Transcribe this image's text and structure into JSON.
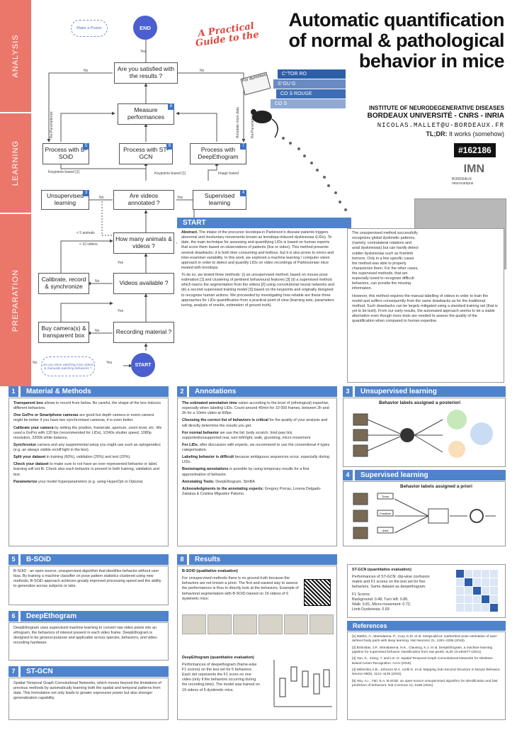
{
  "sidebar": {
    "analysis": "ANALYSIS",
    "learning": "LEARNING",
    "preparation": "PREPARATION"
  },
  "flow": {
    "end": "END",
    "start_node": "START",
    "make_poster": "Make a Poster",
    "satisfied": "Are you satisfied with the results ?",
    "measure": "Measure performances",
    "bsoid": "Process with B-SOiD",
    "stgcn": "Process with ST-GCN",
    "deepethogram": "Process with DeepEthogram",
    "unsupervised": "Unsupervised learning",
    "annotated": "Are videos annotated ?",
    "supervised": "Supervised learning",
    "how_many": "How many animals & videos ?",
    "calibrate": "Calibrate, record & synchronize",
    "videos_available": "Videos available ?",
    "buy": "Buy camera(s) & transparent box",
    "recording": "Recording material ?",
    "cloud": "Are you done watching mice videos & manually watching behaviors ?",
    "lbl_yes": "Yes",
    "lbl_no": "No",
    "lbl_keypoints": "Keypoints based [1]",
    "lbl_keypoints2": "Keypoints based [1]",
    "lbl_image": "Image based",
    "lbl_lt5": "< 5 animals",
    "lbl_lt10": "< 10 videos",
    "lbl_reparam": "Re-Parameterize",
    "lbl_annotate": "Annotate more data",
    "lbl_reparam2": "Re-Parameterize",
    "badges": {
      "b8": "8",
      "b5": "5",
      "b6": "6",
      "b7": "7",
      "b3": "3",
      "b4": "4"
    }
  },
  "header": {
    "tagline": "A Practical Guide to the",
    "title_line1": "Automatic quantification",
    "title_line2": "of normal & pathological",
    "title_line3": "behavior in mice",
    "affiliation1": "INSTITUTE OF NEURODEGENERATIVE DISEASES",
    "affiliation2": "BORDEAUX UNIVERSITÉ - CNRS - INRIA",
    "email": "NICOLAS.MALLET@U-BORDEAUX.FR",
    "tldr_label": "TL;DR:",
    "tldr_text": "It works (somehow)",
    "hashtag": "#162186",
    "logo_text": "IMN",
    "logo_sub": "BORDEAUX neurocampus",
    "book_label": "For dummies",
    "book_spines": [
      "C°TOR RO",
      "S°GU G",
      "CO S ROUGE",
      "CO S"
    ]
  },
  "start_section": {
    "title": "START",
    "p1_bold": "Abstract.",
    "p1": "The intake of the precursor levodopa in Parkinson's disease patients triggers abnormal and involuntary movements known as levodopa-induced dyskinesias (LIDs). To date, the main technique for assessing and quantifying LIDs is based on human experts that score them based on observations of patients (live or video). This method presents several drawbacks: it is both time consuming and tedious, but it is also prone to errors and inter-examiner variability. In this work, we explored a machine learning / computer vision approach in order to detect and quantify LIDs on video recordings of Parkinsonian mice treated with levodopa.",
    "p2": "To do so, we tested three methods: (i) an unsupervised method, based on mouse pose estimation [1] and clustering of pertinent behavioural features [3] (ii) a supervised method which learns the segmentation from the videos [2] using convolutional neural networks and (iii) a second supervised training model [3] based on the keypoints and originally designed to recognize human actions. We proceeded by investigating how reliable are these three approaches for LIDs quantification from a practical point of view (learning sets, parameters tuning, analysis of results, estimation of ground truth)."
  },
  "right_text": {
    "p1": "The unsupervised method successfully recognizes global dyskinetic patterns, (namely, contralateral rotations and axial dyskinesias) but can hardly detect subtler dyskinesias such as forelimb tremors. Only in a few specific cases the method was able to properly characterize them. For the other cases, the supervised methods, that are especially tuned to recognize difficult behaviors, can provide the missing information.",
    "p2": "However, this method requires the manual labelling of videos in order to train the model and suffers consequently from the same drawbacks as for the traditional method. Such drawbacks can be largely mitigated using a standard training set (that is yet to be built). From our early results, the automated approach seems to be a viable alternative even though more tests are needed to assess the quality of the quantification when compared to human expertise."
  },
  "sections": {
    "s1": {
      "num": "1",
      "title": "Material & Methods",
      "items": [
        {
          "b": "Transparent box",
          "t": " allows to record from below. Be careful, the shape of the box induces different behaviors."
        },
        {
          "b": "One GoPro or Smartphone cameras",
          "t": " are good but depth camera or event camera might be better if you have two synchronised cameras, it is even better."
        },
        {
          "b": "Calibrate your camera",
          "t": " by setting the position, framerate, aperture, zoom level, etc. We used a GoPro with 120 fps (recommended for LIDs), 1/240s shutter speed, 1080p resolution, 3200k white balance."
        },
        {
          "b": "Synchronize",
          "t": " camera and any supplemental setup you might use such as optogenetics (e.g. an always visible on/off light in the box)."
        },
        {
          "b": "Split your dataset",
          "t": " in training (60%), validation (20%) and test (20%)."
        },
        {
          "b": "Check your dataset",
          "t": " to make sure to not have an over-represented behavior or label, learning will not fit. Check also each behavior is present in both training, validation and test."
        },
        {
          "b": "Parameterize",
          "t": " your model hyperparameters (e.g. using HyperOpt or Optuna)"
        }
      ]
    },
    "s2": {
      "num": "2",
      "title": "Annotations",
      "items": [
        {
          "b": "The estimated annotation time",
          "t": " varies according to the level of (ethological) expertise, especially when labeling LIDs. Count around 45min for 10 000 frames, between 2h and 3h for a 10min video at 60fps."
        },
        {
          "b": "Choosing the correct list of behaviors is critical",
          "t": " for the quality of your analysis and will directly determine the results you get."
        },
        {
          "b": "For normal behavior",
          "t": " we use the list: body scratch, hind paw lick, supported/unsupported rear, turn left/right, walk, grooming, micro movement"
        },
        {
          "b": "For LIDs",
          "t": ", after discussion with experts, we recommend to use the conventional 4 types categorisation."
        },
        {
          "b": "Labeling behavior is difficult",
          "t": " because ambiguous sequences occur, especially during LIDs."
        },
        {
          "b": "Bootstraping annotations",
          "t": " is possible by using temporary results for a first approximation of behavior."
        },
        {
          "b": "Annotating Tools:",
          "t": " DeepEthogram, SimBA"
        },
        {
          "b": "Acknowledgments to the annotating experts:",
          "t": " Gregory Porras, Lorena Delgado-Zabalza & Cristina Miguelez Palomo."
        }
      ]
    },
    "s3": {
      "num": "3",
      "title": "Unsupervised learning",
      "caption": "Behavior labels assigned a posteriori"
    },
    "s4": {
      "num": "4",
      "title": "Supervised learning",
      "caption": "Behavior labels assigned a priori",
      "small_labels": [
        "Turns",
        "Forelimb",
        "Axial"
      ]
    },
    "s5": {
      "num": "5",
      "title": "B-SOiD",
      "text": "B-SOiD - an open-source, unsupervised algorithm that identifies behavior without user bias. By training a machine classifier on pose pattern statistics clustered using new methods, B-SOiD approach achieves greatly improved processing speed and the ability to generalize across subjects or labs."
    },
    "s6": {
      "num": "6",
      "title": "DeepEthogram",
      "text": "DeepEthogram uses supervised machine learning to convert raw video pixels into an ethogram, the behaviors of interest present in each video frame. DeepEthogram is designed to be general-purpose and applicable across species, behaviors, and video-recording hardware."
    },
    "s7": {
      "num": "7",
      "title": "ST-GCN",
      "text": "Spatial-Temporal Graph Convolutional Networks, which moves beyond the limitations of previous methods by automatically learning both the spatial and temporal patterns from data. This formulation not only leads to greater expressive power but also stronger generalization capability."
    },
    "s8": {
      "num": "8",
      "title": "Results",
      "bsoid_head": "B-SOiD (qualitative evaluation)",
      "bsoid_text": "For unsupervised methods there is no ground truth because the behaviors are not known a priori. The first and easiest way to assess the performances is thus to directly look at the behaviors. Example of behavioral segmentation with B-SOiD trained on 19 videos of 6 dyskinetic mice:",
      "deep_head": "DeepEthogram (quantitative evaluation)",
      "deep_text": "Performances of deepethogram (frame-wise F1 scores) on the test set for 5 behaviors. Each dot represents the F1 score on one video (only if the behaviors occurring during the recording time). The model was trained on 19 videos of 6 dyskinetic mice.",
      "stgcn_head": "ST-GCN (quantitative evaluation)",
      "stgcn_text": "Performances of ST-GCN: clip-wise confusion matrix and F1 scores on the test set for five behaviors. Same dataset as deepethogram.",
      "f1_title": "F1 Scores:",
      "f1_lines": [
        "Background: 0.48, Turn left: 0.86,",
        "Walk: 0.81, Micro-movement: 0.72,",
        "Limb Dyskinesia: 0.69"
      ]
    }
  },
  "references": {
    "title": "References",
    "items": [
      "[1] Mathis, A., Mamidanna, P., Cury, K.M. et al. DeepLabCut: markerless pose estimation of user-defined body parts with deep learning. Nat Neurosci 21, 1281–1289 (2018).",
      "[2] Bohnslav, J.P., Wimalasena, N.K., Clausing, K.J. et al. DeepEthogram, a machine learning pipeline for supervised behavior classification from raw pixels. eLife 10:e63377 (2021).",
      "[3] Yan, S., Xiong, Y. and Lin, D. Spatial Temporal Graph Convolutional Networks for Skeleton-Based Action Recognition. AAAI (2018).",
      "[4] Wiltschko A.B., Johnson M.J., Iurilli G. et al. Mapping Sub-Second Structure in Mouse Behavior. Neuron 88(6), 1121–1135 (2015).",
      "[5] Hsu, A.I., Yttri, E.A. B-SOiD, an open-source unsupervised algorithm for identification and fast prediction of behaviors. Nat Commun 12, 5188 (2021)."
    ]
  },
  "colors": {
    "accent": "#4f83cc",
    "sidebar": "#ea7769",
    "dark": "#111111"
  }
}
